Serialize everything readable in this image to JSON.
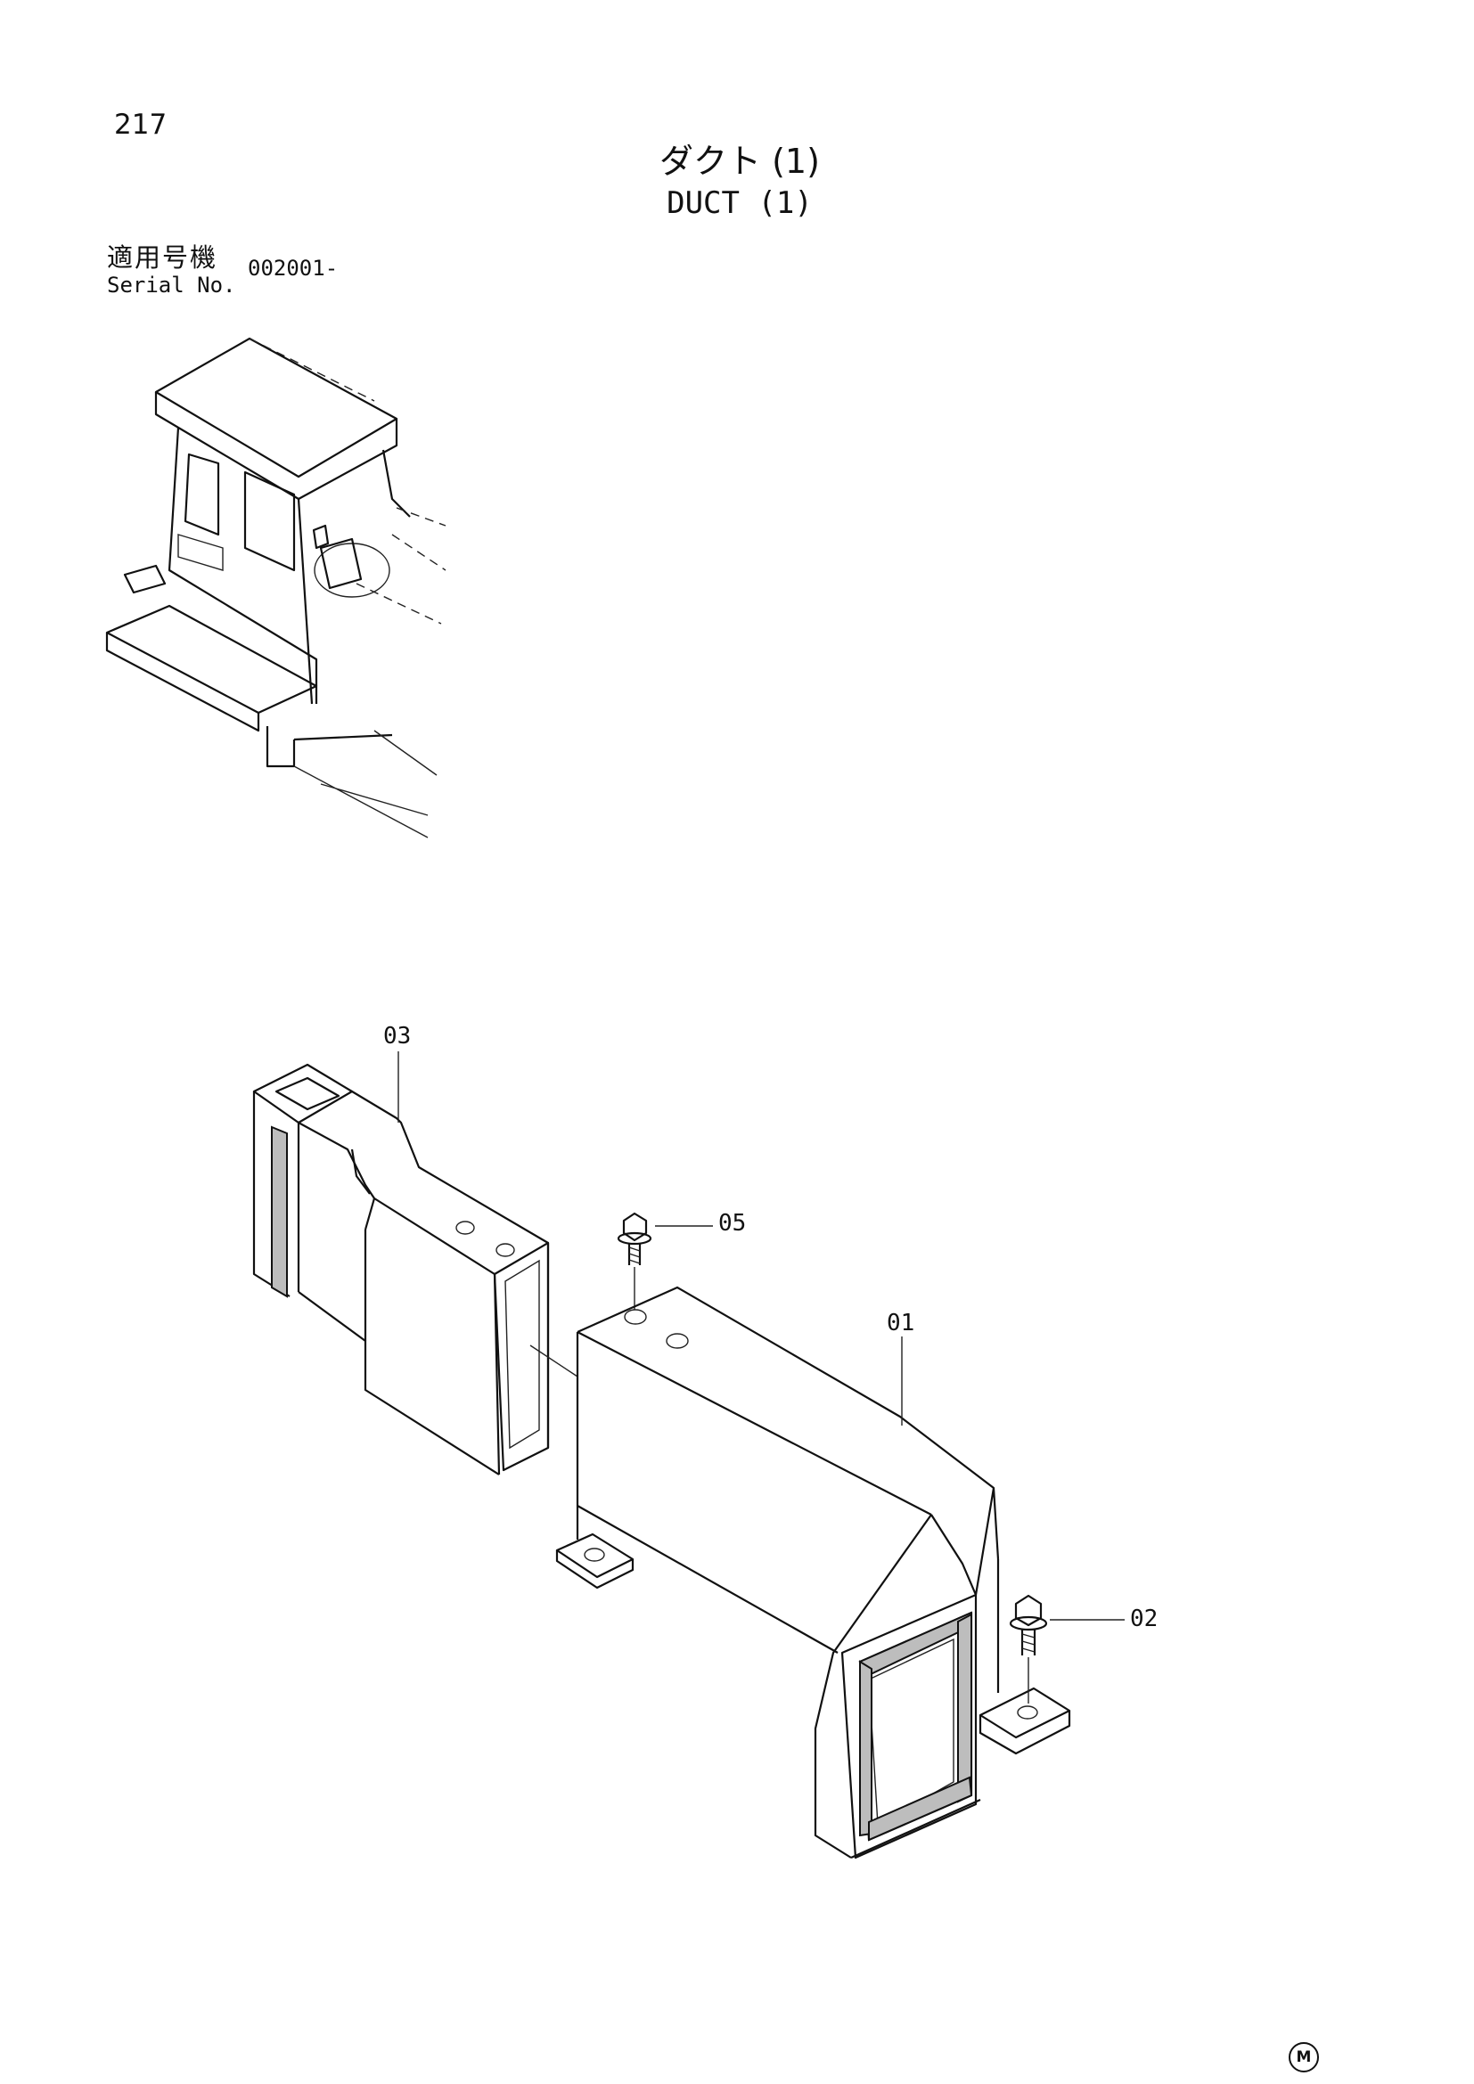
{
  "page": {
    "number": "217",
    "title_jp": "ダクト (1)",
    "title_en": "DUCT (1)"
  },
  "serial": {
    "label_jp": "適用号機",
    "label_en": "Serial No.",
    "value": "002001-"
  },
  "callouts": {
    "part_01": "01",
    "part_02": "02",
    "part_03": "03",
    "part_05": "05"
  },
  "maker_mark": "M"
}
